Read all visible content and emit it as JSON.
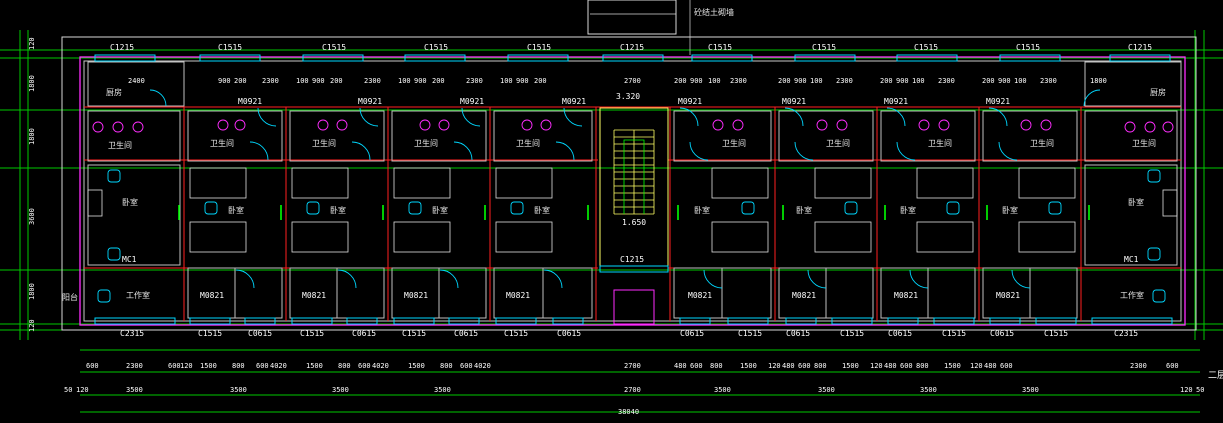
{
  "note_top": "砼结土砌墙",
  "stair_level": "3.320",
  "stair_level_low": "1.650",
  "stair_window": "C1215",
  "rooms": {
    "kitchen": "厨房",
    "bath": "卫生间",
    "bedroom": "卧室",
    "workroom": "工作室",
    "mc": "MC1",
    "balcony": "阳台"
  },
  "top_windows": [
    "C1215",
    "C1515",
    "C1515",
    "C1515",
    "C1515",
    "C1215",
    "C1515",
    "C1515",
    "C1515",
    "C1515",
    "C1215"
  ],
  "bottom_windows": [
    "C2315",
    "C1515",
    "C0615",
    "C1515",
    "C0615",
    "C1515",
    "C0615",
    "C1515",
    "C0615",
    "C0615",
    "C1515",
    "C0615",
    "C1515",
    "C0615",
    "C1515",
    "C0615",
    "C1515",
    "C2315"
  ],
  "door_m0921": "M0921",
  "door_m0821": "M0821",
  "top_dims": [
    "2400",
    "900",
    "200",
    "2300",
    "100",
    "900",
    "200",
    "2300",
    "100",
    "900",
    "200",
    "2300",
    "100",
    "900",
    "200",
    "2700",
    "200",
    "900",
    "100",
    "2300",
    "200",
    "900",
    "100",
    "2300",
    "200",
    "900",
    "100",
    "2300",
    "200",
    "900",
    "100",
    "2300",
    "1800"
  ],
  "left_dims": [
    "120",
    "1800",
    "1800",
    "3600",
    "1800",
    "120"
  ],
  "bottom_dims_1": [
    "600",
    "2300",
    "600",
    "120",
    "1500",
    "800",
    "600",
    "4020",
    "1500",
    "800",
    "600",
    "4020",
    "1500",
    "800",
    "600",
    "4020",
    "2700",
    "480",
    "600",
    "800",
    "1500",
    "120",
    "480",
    "600",
    "800",
    "1500",
    "120",
    "480",
    "600",
    "800",
    "1500",
    "120",
    "480",
    "600",
    "2300",
    "600"
  ],
  "bottom_dims_2": [
    "50",
    "120",
    "3500",
    "3500",
    "3500",
    "3500",
    "2700",
    "3500",
    "3500",
    "3500",
    "3500",
    "120",
    "50"
  ],
  "total_dim": "38040",
  "side_label": "二层"
}
